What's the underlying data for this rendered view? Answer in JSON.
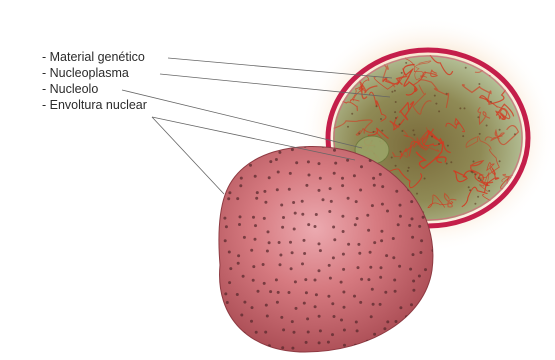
{
  "labels": [
    "- Material genético",
    "- Nucleoplasma",
    "- Nucleolo",
    "- Envoltura nuclear"
  ],
  "colors": {
    "membrane": "#c41e4a",
    "nucleus_fill": "#8b7a3a",
    "chromatin": "#d23a22",
    "outer_sphere": "#c96068",
    "pore": "#5a2a2e",
    "leader_line": "#666666",
    "glow": "#f3c898"
  }
}
